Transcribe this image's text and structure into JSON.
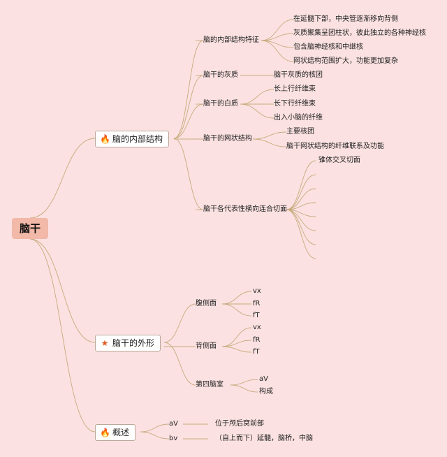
{
  "root": {
    "label": "脑干"
  },
  "branches": {
    "internal": {
      "label": "脑的内部结构",
      "icon": "flame-icon",
      "children": {
        "features": {
          "label": "脑的内部结构特征",
          "items": [
            "在延髓下部，中央管逐渐移向背侧",
            "灰质聚集呈团柱状，彼此独立的各种神经核",
            "包含脑神经核和中继核",
            "网状结构范围扩大，功能更加复杂"
          ]
        },
        "gray": {
          "label": "脑干的灰质",
          "items": [
            "脑干灰质的核团"
          ]
        },
        "white": {
          "label": "脑干的白质",
          "items": [
            "长上行纤维束",
            "长下行纤维束",
            "出入小脑的纤维"
          ]
        },
        "reticular": {
          "label": "脑干的网状结构",
          "items": [
            "主要核团",
            "脑干网状结构的纤维联系及功能"
          ]
        },
        "sections": {
          "label": "脑干各代表性横向连合切面",
          "items": [
            "锥体交叉切面"
          ]
        }
      }
    },
    "external": {
      "label": "脑干的外形",
      "icon": "star-icon",
      "children": {
        "ventral": {
          "label": "腹侧面",
          "items": [
            "vx",
            "fR",
            "fT"
          ]
        },
        "dorsal": {
          "label": "背侧面",
          "items": [
            "vx",
            "fR",
            "fT"
          ]
        },
        "fourth": {
          "label": "第四脑室",
          "items": [
            "aV",
            "构成"
          ]
        }
      }
    },
    "overview": {
      "label": "概述",
      "icon": "flame-icon",
      "children": {
        "av": {
          "label": "aV",
          "items": [
            "位于颅后窝前部"
          ]
        },
        "bv": {
          "label": "bv",
          "items": [
            "（自上而下）延髓，脑桥，中脑"
          ]
        }
      }
    }
  },
  "colors": {
    "background": "#fbe1e1",
    "root_fill": "#f2b8a8",
    "connector": "#c7ab7d",
    "flame": "#2a8be0",
    "star": "#e05a22"
  }
}
